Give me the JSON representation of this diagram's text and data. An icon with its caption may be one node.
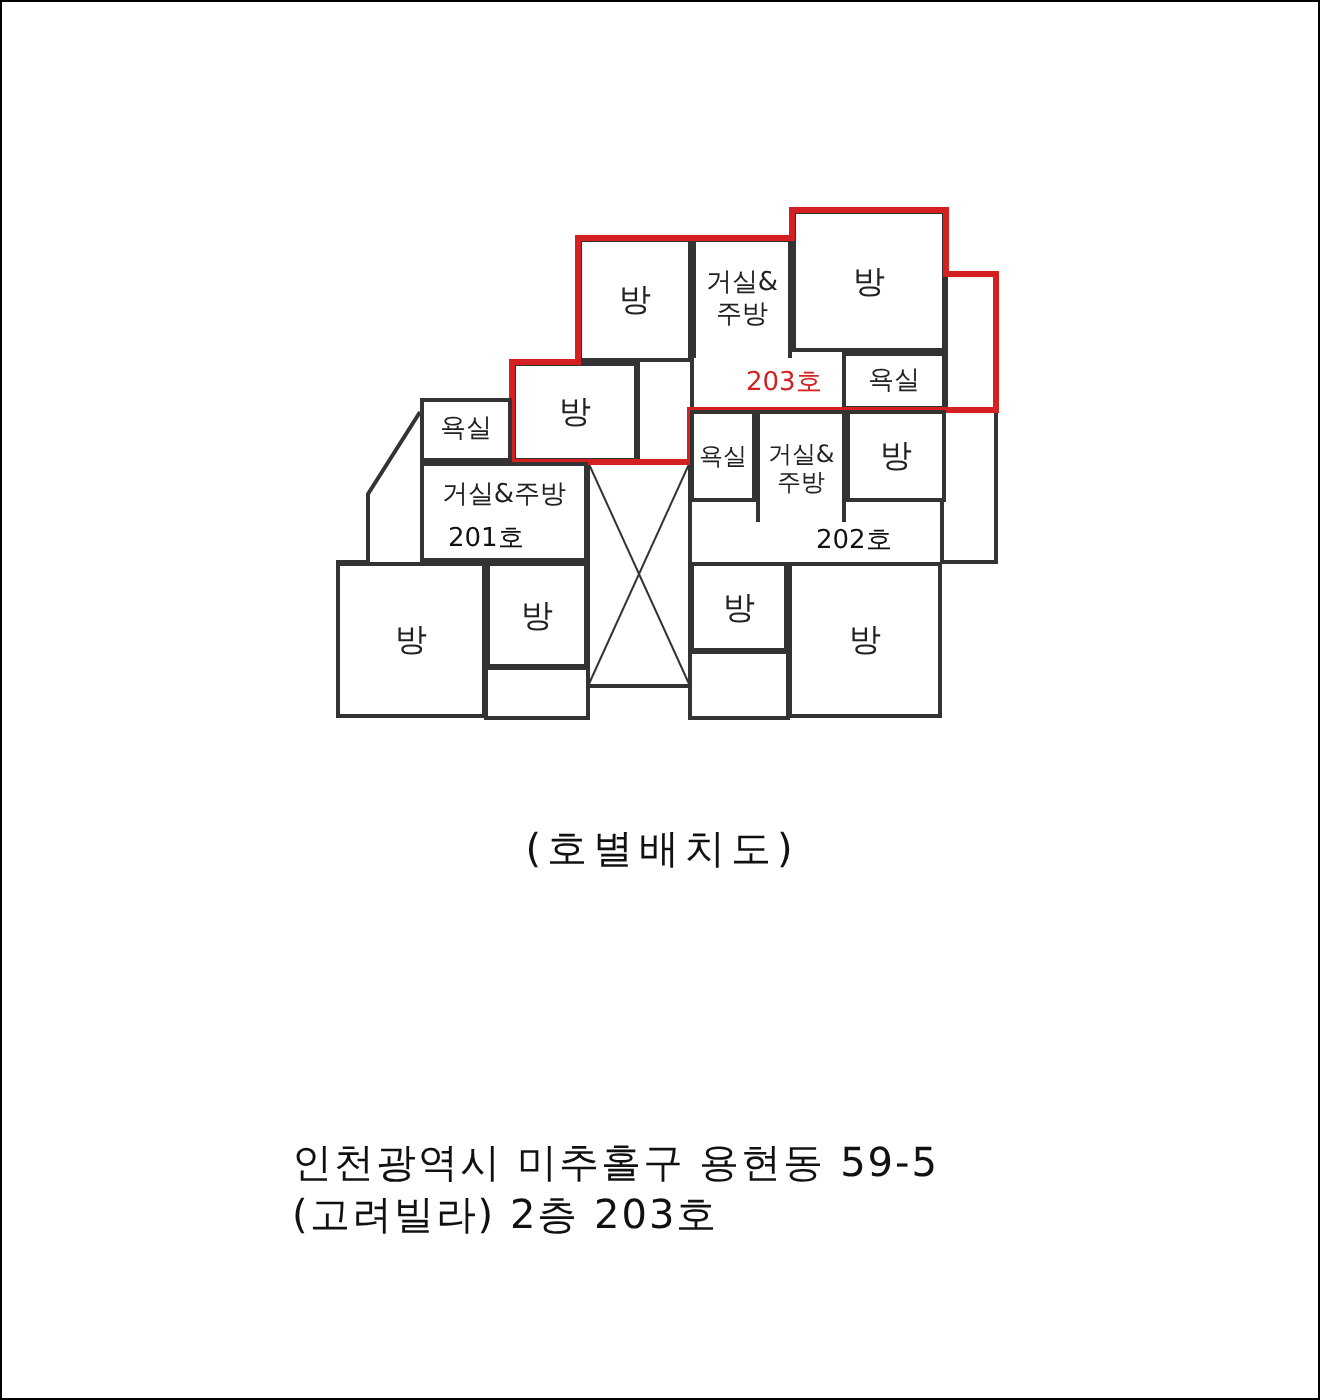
{
  "diagram": {
    "caption": "(호별배치도)",
    "nodes": [
      {
        "text": [
          "203호"
        ]
      },
      {
        "text": [
          "방"
        ],
        "in": 0
      },
      {
        "text": [
          "거실& 주방"
        ],
        "in": 0
      },
      {
        "text": [
          "방"
        ],
        "in": 0
      },
      {
        "text": [
          "방"
        ],
        "in": 0
      },
      {
        "text": [
          "욕실"
        ],
        "in": 0
      },
      {
        "text": [
          "욕실"
        ]
      },
      {
        "text": [
          "거실&주방"
        ]
      },
      {
        "text": [
          "방"
        ]
      },
      {
        "text": [
          "방"
        ]
      },
      {
        "text": [
          "욕실"
        ]
      },
      {
        "text": [
          "거실& 주방"
        ]
      },
      {
        "text": [
          "방"
        ]
      },
      {
        "text": [
          "방"
        ]
      },
      {
        "text": [
          "방"
        ]
      }
    ],
    "labels": [
      "201호",
      "202호",
      "인천광역시 미추홀구 용현동 59-5",
      "(고려빌라) 2층 203호"
    ]
  }
}
